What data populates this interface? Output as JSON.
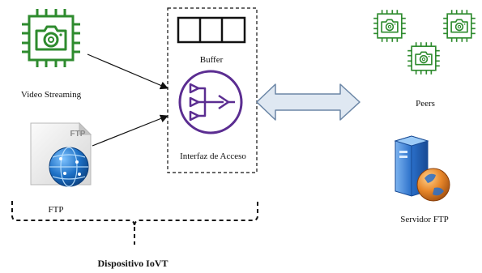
{
  "labels": {
    "video_streaming": "Video Streaming",
    "ftp": "FTP",
    "ftp_file_tag": "FTP",
    "buffer": "Buffer",
    "interfaz": "Interfaz de Acceso",
    "peers": "Peers",
    "servidor_ftp": "Servidor FTP",
    "dispositivo": "Dispositivo IoVT"
  },
  "colors": {
    "green": "#2e8b2e",
    "purple": "#5b2d91",
    "arrow_fill": "#dfe8f2",
    "arrow_stroke": "#6b86a6",
    "globe": "#1c6fc4",
    "server": "#2a6fc9",
    "orange": "#e8872a"
  },
  "icons": {
    "camera_chip": "camera-chip-icon",
    "ftp_file": "ftp-file-icon",
    "buffer": "buffer-icon",
    "interface": "access-interface-icon",
    "server": "server-globe-icon"
  }
}
